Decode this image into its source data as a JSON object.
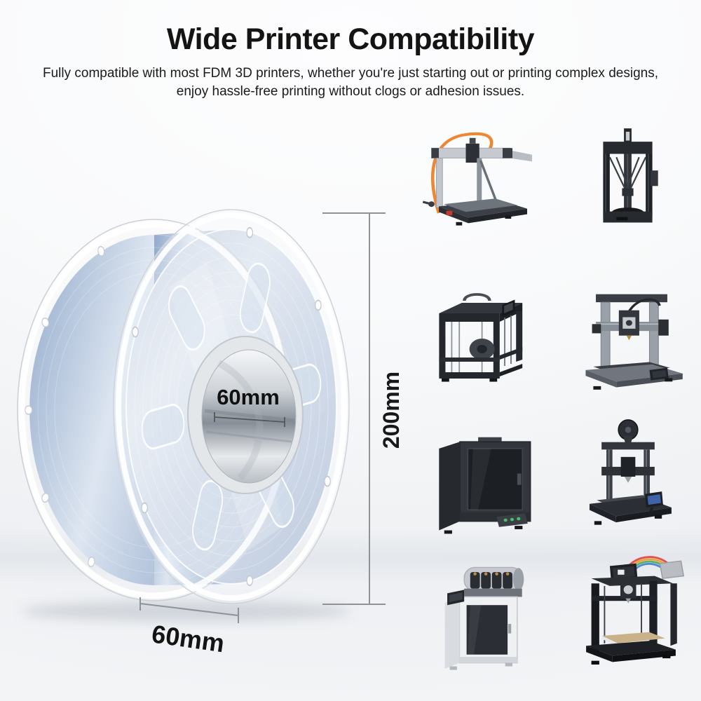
{
  "header": {
    "title": "Wide Printer Compatibility",
    "subtitle_line1": "Fully compatible with most FDM 3D printers, whether you're just starting out or printing complex designs,",
    "subtitle_line2": "enjoy hassle-free printing without clogs or adhesion issues."
  },
  "spool": {
    "labels": {
      "hub_diameter": "60mm",
      "height": "200mm",
      "width": "60mm"
    }
  },
  "printers": [
    {
      "icon": "open-frame-gantry-3d-printer-with-orange-filament-tube"
    },
    {
      "icon": "black-delta-3d-printer"
    },
    {
      "icon": "open-cube-frame-corexy-3d-printer-with-internal-spool"
    },
    {
      "icon": "gray-cartesian-bedslinger-3d-printer-with-front-touchscreen"
    },
    {
      "icon": "dark-enclosed-box-3d-printer-with-tinted-door"
    },
    {
      "icon": "dark-bedslinger-3d-printer-with-top-spool-and-blue-touchscreen"
    },
    {
      "icon": "white-enclosed-3d-printer-with-domed-multi-spool-unit"
    },
    {
      "icon": "black-open-frame-corexy-3d-printer-with-rainbow-ptfe-tubes"
    }
  ],
  "colors": {
    "title_text": "#141414",
    "body_text": "#1b1b1b",
    "dimension_line": "#8f9296",
    "filament_blue": "#a9bdd9",
    "orange_tube": "#ef8632",
    "blue_touchscreen": "#3e63a8",
    "rainbow_tubes": [
      "#e05252",
      "#eda33c",
      "#58b368",
      "#5288d6"
    ],
    "wood_bed": "#c9b289"
  }
}
